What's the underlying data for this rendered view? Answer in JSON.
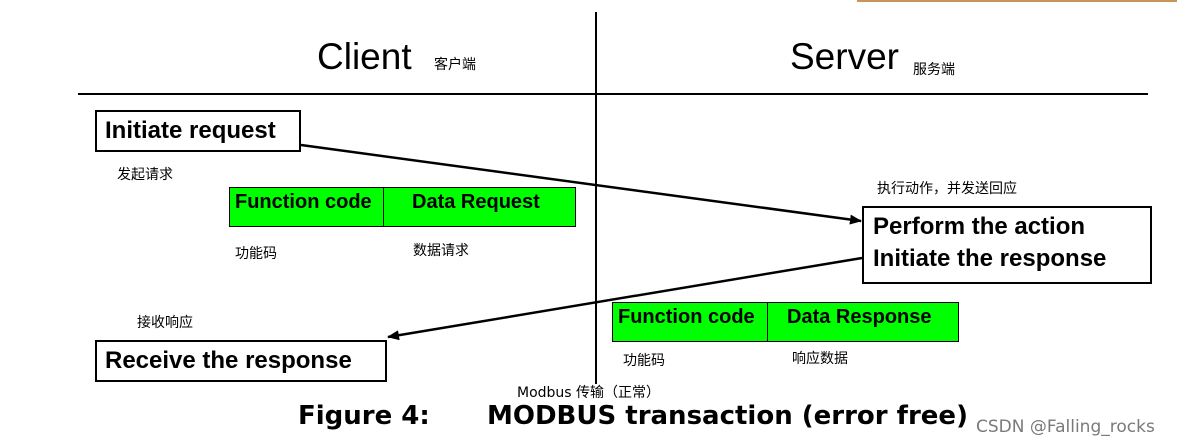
{
  "client": {
    "title": "Client",
    "title_cn": "客户端"
  },
  "server": {
    "title": "Server",
    "title_cn": "服务端"
  },
  "initiate": {
    "label": "Initiate request",
    "cn": "发起请求"
  },
  "request_fields": {
    "function_code": "Function code",
    "function_code_cn": "功能码",
    "data": "Data Request",
    "data_cn": "数据请求"
  },
  "perform": {
    "cn": "执行动作，并发送回应",
    "line1": "Perform the action",
    "line2": "Initiate the response"
  },
  "receive": {
    "cn": "接收响应",
    "label": "Receive the response"
  },
  "response_fields": {
    "function_code": "Function code",
    "function_code_cn": "功能码",
    "data": "Data Response",
    "data_cn": "响应数据"
  },
  "transport_cn": "Modbus 传输（正常）",
  "caption": {
    "figure": "Figure 4:",
    "text": "MODBUS transaction (error free)"
  },
  "watermark": "CSDN @Falling_rocks",
  "colors": {
    "field_fill": "#00ff00",
    "line": "#000000",
    "accent": "#c8955a"
  }
}
